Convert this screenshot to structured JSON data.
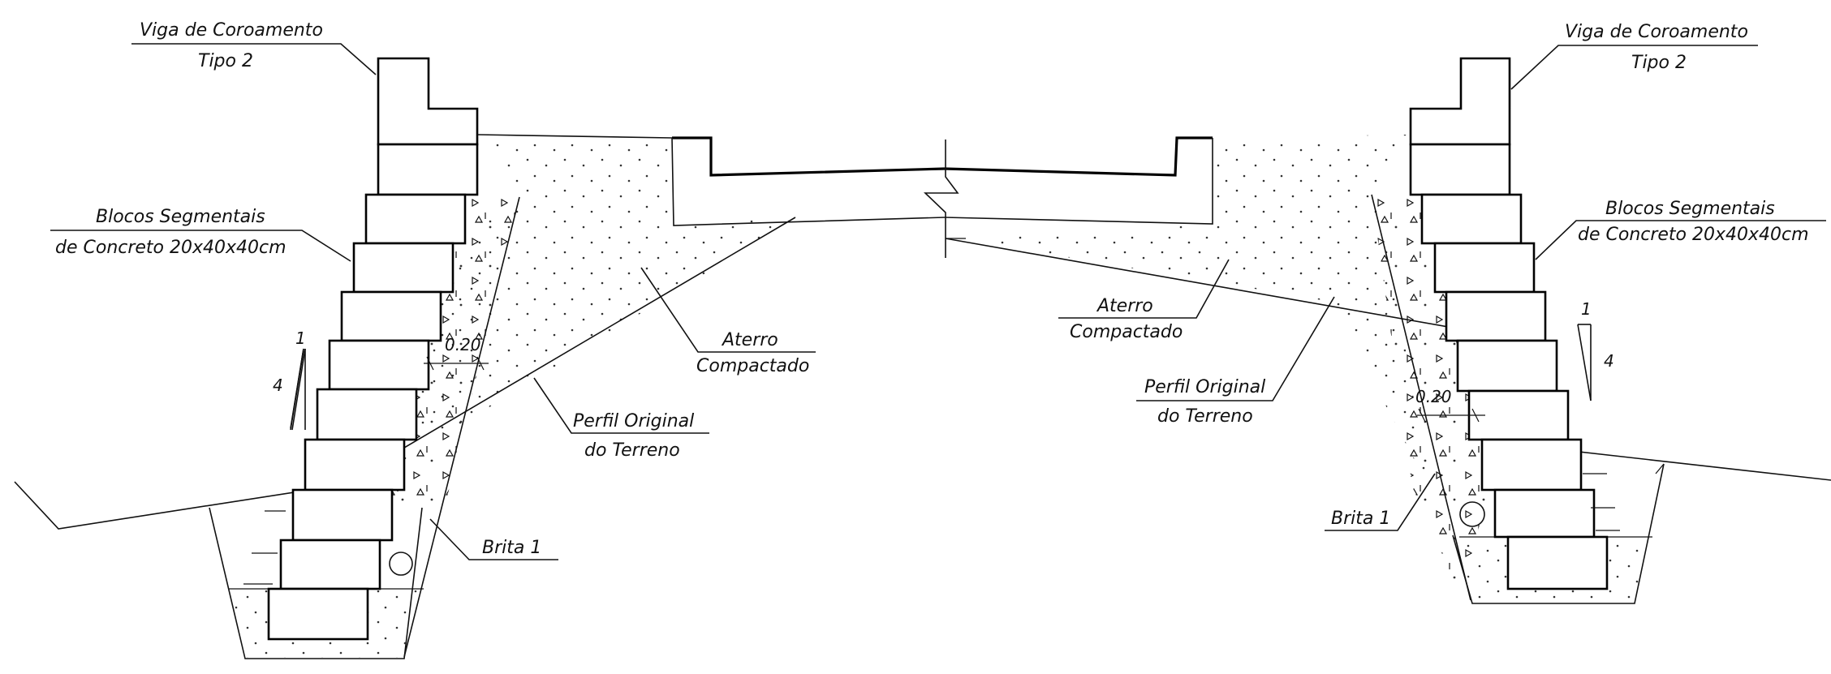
{
  "left_section": {
    "coping_label_line1": "Viga de Coroamento",
    "coping_label_line2": "Tipo 2",
    "blocks_label_line1": "Blocos Segmentais",
    "blocks_label_line2": "de Concreto 20x40x40cm",
    "fill_label_line1": "Aterro",
    "fill_label_line2": "Compactado",
    "terrain_label_line1": "Perfil Original",
    "terrain_label_line2": "do Terreno",
    "gravel_label": "Brita 1",
    "dimension_label": "0.20",
    "batter_top": "1",
    "batter_side": "4"
  },
  "right_section": {
    "coping_label_line1": "Viga de Coroamento",
    "coping_label_line2": "Tipo 2",
    "blocks_label_line1": "Blocos Segmentais",
    "blocks_label_line2": "de Concreto 20x40x40cm",
    "fill_label_line1": "Aterro",
    "fill_label_line2": "Compactado",
    "terrain_label_line1": "Perfil Original",
    "terrain_label_line2": "do Terreno",
    "gravel_label": "Brita 1",
    "dimension_label": "0.20",
    "batter_top": "1",
    "batter_side": "4"
  }
}
